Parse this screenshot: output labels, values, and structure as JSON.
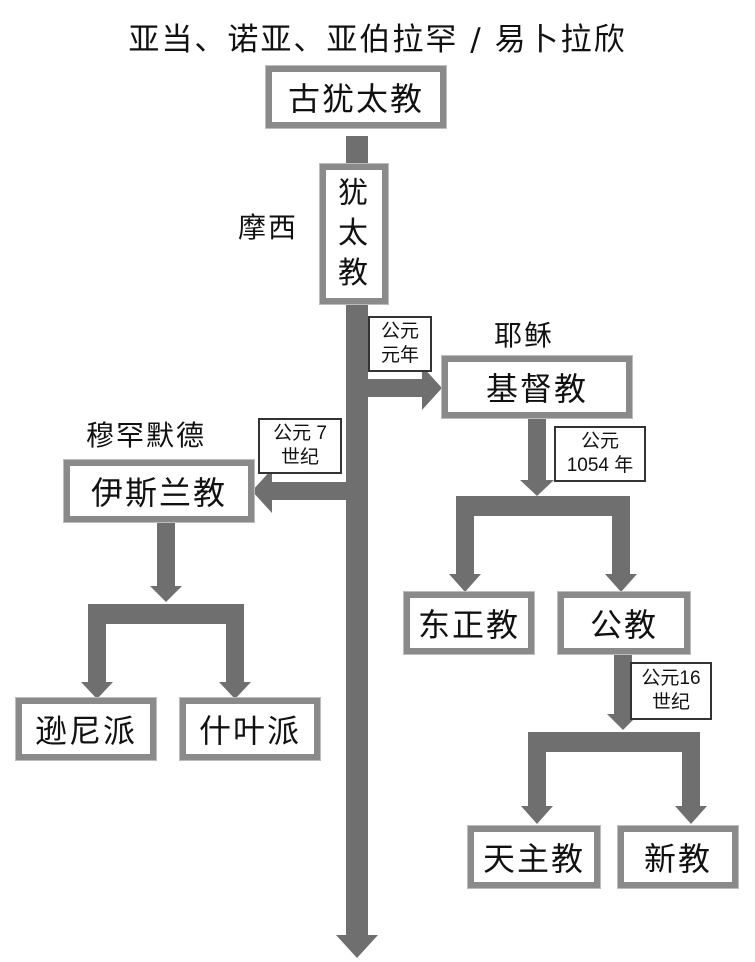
{
  "title": "亚当、诺亚、亚伯拉罕 / 易卜拉欣",
  "nodes": {
    "ancient_judaism": "古犹太教",
    "judaism": [
      "犹",
      "太",
      "教"
    ],
    "christianity": "基督教",
    "islam": "伊斯兰教",
    "sunni": "逊尼派",
    "shia": "什叶派",
    "orthodox": "东正教",
    "catholic_church": "公教",
    "roman_catholic": "天主教",
    "protestant": "新教"
  },
  "labels": {
    "moses": "摩西",
    "jesus": "耶稣",
    "muhammad": "穆罕默德"
  },
  "notes": {
    "ad1": [
      "公元",
      "元年"
    ],
    "c7": [
      "公元 7",
      "世纪"
    ],
    "y1054": [
      "公元",
      "1054 年"
    ],
    "c16": [
      "公元16",
      "世纪"
    ]
  },
  "colors": {
    "arrow": "#6f6f6f",
    "box_border": "#8a8a8a",
    "note_border": "#333333"
  }
}
